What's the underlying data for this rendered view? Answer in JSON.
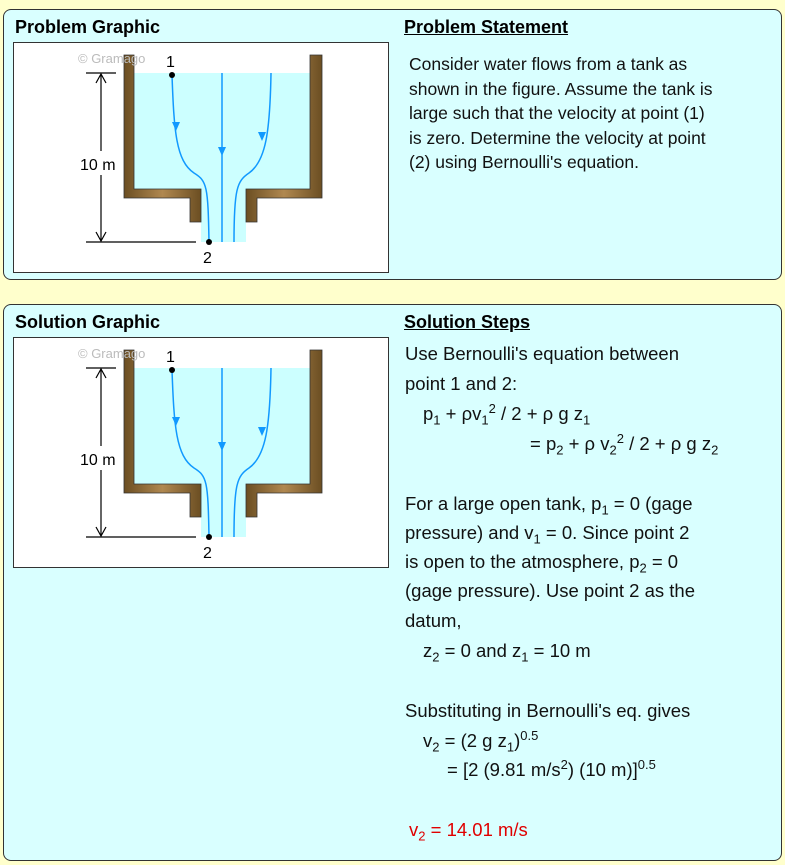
{
  "problem": {
    "heading_graphic": "Problem Graphic",
    "heading_statement": "Problem Statement",
    "statement_lines": [
      "Consider water flows from a tank as",
      "shown in the figure. Assume the tank is",
      "large such that the velocity at point (1)",
      "is zero. Determine the velocity at point",
      "(2) using Bernoulli's equation."
    ]
  },
  "figure": {
    "watermark": "© Gramago",
    "point1": "1",
    "point2": "2",
    "height_label": "10 m",
    "colors": {
      "water": "#CCFFFF",
      "wall": "#8B6A3A",
      "streamline": "#1199FF"
    }
  },
  "solution": {
    "heading_graphic": "Solution Graphic",
    "heading_steps": "Solution Steps",
    "lines": [
      [
        [
          "Use Bernoulli's equation between",
          "n"
        ]
      ],
      [
        [
          "point 1 and 2:",
          "n"
        ]
      ],
      [
        [
          "p",
          "n"
        ],
        [
          "1",
          "sub"
        ],
        [
          " + ρv",
          "n"
        ],
        [
          "1",
          "sub"
        ],
        [
          "2",
          "sup"
        ],
        [
          " / 2 + ρ g z",
          "n"
        ],
        [
          "1",
          "sub"
        ]
      ],
      [
        [
          "= p",
          "n"
        ],
        [
          "2",
          "sub"
        ],
        [
          " + ρ v",
          "n"
        ],
        [
          "2",
          "sub"
        ],
        [
          "2",
          "sup"
        ],
        [
          " / 2 + ρ g z",
          "n"
        ],
        [
          "2",
          "sub"
        ]
      ],
      [
        [
          "For a large open tank, p",
          "n"
        ],
        [
          "1",
          "sub"
        ],
        [
          " = 0 (gage",
          "n"
        ]
      ],
      [
        [
          "pressure) and v",
          "n"
        ],
        [
          "1",
          "sub"
        ],
        [
          " = 0. Since point 2",
          "n"
        ]
      ],
      [
        [
          "is open to the atmosphere, p",
          "n"
        ],
        [
          "2",
          "sub"
        ],
        [
          " = 0",
          "n"
        ]
      ],
      [
        [
          "(gage pressure). Use point 2 as the",
          "n"
        ]
      ],
      [
        [
          "datum,",
          "n"
        ]
      ],
      [
        [
          "z",
          "n"
        ],
        [
          "2",
          "sub"
        ],
        [
          " = 0  and  z",
          "n"
        ],
        [
          "1",
          "sub"
        ],
        [
          " = 10 m",
          "n"
        ]
      ],
      [
        [
          "Substituting in Bernoulli's eq. gives",
          "n"
        ]
      ],
      [
        [
          "v",
          "n"
        ],
        [
          "2",
          "sub"
        ],
        [
          " = (2 g z",
          "n"
        ],
        [
          "1",
          "sub"
        ],
        [
          ")",
          "n"
        ],
        [
          "0.5",
          "sup"
        ]
      ],
      [
        [
          "= [2 (9.81 m/s",
          "n"
        ],
        [
          "2",
          "sup"
        ],
        [
          ") (10 m)]",
          "n"
        ],
        [
          "0.5",
          "sup"
        ]
      ],
      [
        [
          "v",
          "n"
        ],
        [
          "2",
          "sub"
        ],
        [
          " = 14.01 m/s",
          "n"
        ]
      ]
    ]
  }
}
